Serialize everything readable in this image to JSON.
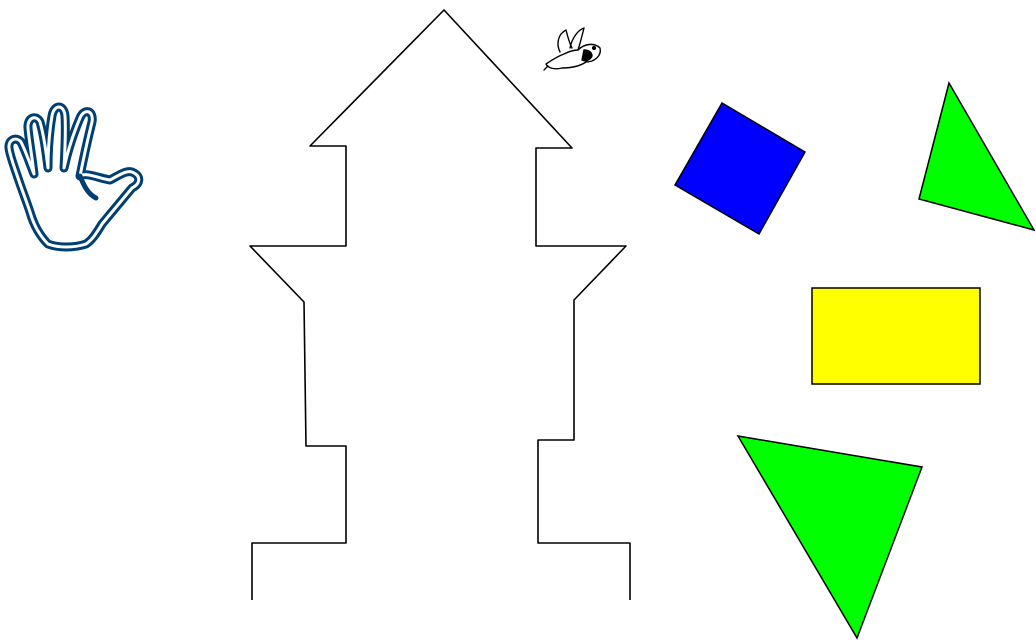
{
  "icons": {
    "hand": "hand-icon",
    "bird": "bird-icon"
  },
  "colors": {
    "background": "#ffffff",
    "outline": "#000000",
    "hand_stroke": "#003f72",
    "square_fill": "#0000ff",
    "triangle_fill": "#00ff00",
    "rectangle_fill": "#ffff00"
  },
  "puzzle": {
    "outline_shape": "castle-tower-outline",
    "pieces": [
      {
        "name": "blue-square-piece",
        "shape": "square",
        "color": "blue"
      },
      {
        "name": "green-small-triangle-piece",
        "shape": "triangle",
        "color": "green"
      },
      {
        "name": "yellow-rectangle-piece",
        "shape": "rectangle",
        "color": "yellow"
      },
      {
        "name": "green-large-triangle-piece",
        "shape": "triangle",
        "color": "green"
      }
    ]
  }
}
